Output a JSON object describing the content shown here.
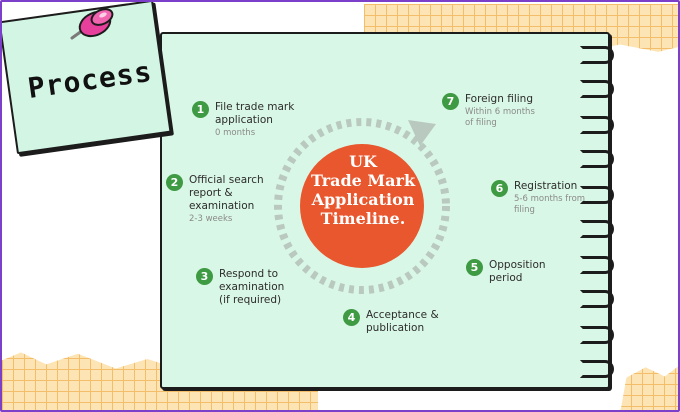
{
  "note": {
    "title": "Process"
  },
  "center": {
    "title": "UK\nTrade Mark\nApplication\nTimeline."
  },
  "steps": [
    {
      "number": "1",
      "label": "File trade mark\napplication",
      "sub": "0 months"
    },
    {
      "number": "2",
      "label": "Official search\nreport &\nexamination",
      "sub": "2-3 weeks"
    },
    {
      "number": "3",
      "label": "Respond to\nexamination\n(if required)",
      "sub": ""
    },
    {
      "number": "4",
      "label": "Acceptance &\npublication",
      "sub": ""
    },
    {
      "number": "5",
      "label": "Opposition\nperiod",
      "sub": ""
    },
    {
      "number": "6",
      "label": "Registration",
      "sub": "5-6 months from\nfiling"
    },
    {
      "number": "7",
      "label": "Foreign filing",
      "sub": "Within 6 months\nof filing"
    }
  ],
  "colors": {
    "circle": "#e8572d",
    "ring": "#b9c9bf",
    "step_badge": "#3f9a44",
    "paper": "#d9f7e6",
    "grid": "#fde4b5",
    "border": "#7b3fc9"
  }
}
